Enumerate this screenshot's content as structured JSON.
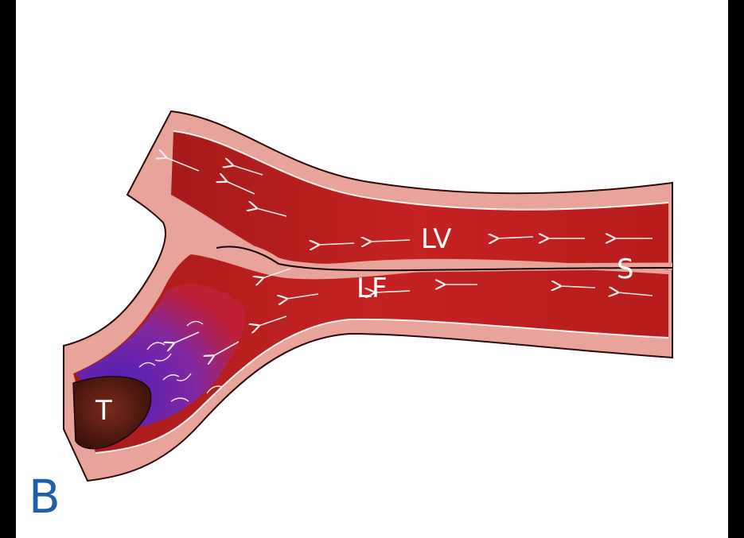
{
  "figure": {
    "panel_letter": "B",
    "labels": {
      "lv": "LV",
      "lf": "LF",
      "s": "S",
      "t": "T"
    }
  },
  "colors": {
    "background": "#000000",
    "panel": "#ffffff",
    "wall": "#e8a39a",
    "lumen": "#c81e1e",
    "stagnant_flow": "#5a2bd0",
    "thrombus": "#5a1f14",
    "label": "#ffffff",
    "panel_letter": "#1f5fa8"
  }
}
